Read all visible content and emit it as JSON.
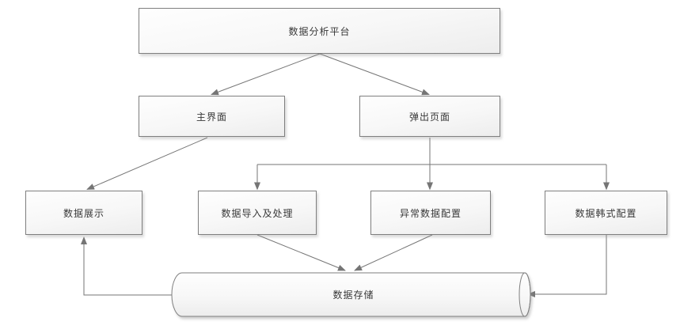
{
  "diagram_type": "flowchart",
  "background": "#ffffff",
  "colors": {
    "box_border": "#7f7f7f",
    "box_fill_top": "#fefefe",
    "box_fill_bottom": "#ededed",
    "connector": "#757575",
    "text": "#383838"
  },
  "nodes": {
    "platform": {
      "label": "数据分析平台",
      "shape": "rectangle"
    },
    "main_ui": {
      "label": "主界面",
      "shape": "rectangle"
    },
    "popup_page": {
      "label": "弹出页面",
      "shape": "rectangle"
    },
    "data_display": {
      "label": "数据展示",
      "shape": "rectangle"
    },
    "data_import": {
      "label": "数据导入及处理",
      "shape": "rectangle"
    },
    "abnormal_data_config": {
      "label": "异常数据配置",
      "shape": "rectangle"
    },
    "data_format_config": {
      "label": "数据韩式配置",
      "shape": "rectangle"
    },
    "data_storage": {
      "label": "数据存储",
      "shape": "horizontal-cylinder"
    }
  },
  "edges": [
    {
      "from": "platform",
      "to": "main_ui"
    },
    {
      "from": "platform",
      "to": "popup_page"
    },
    {
      "from": "main_ui",
      "to": "data_display"
    },
    {
      "from": "popup_page",
      "to": "data_import"
    },
    {
      "from": "popup_page",
      "to": "abnormal_data_config"
    },
    {
      "from": "popup_page",
      "to": "data_format_config"
    },
    {
      "from": "data_import",
      "to": "data_storage"
    },
    {
      "from": "abnormal_data_config",
      "to": "data_storage"
    },
    {
      "from": "data_format_config",
      "to": "data_storage"
    },
    {
      "from": "data_storage",
      "to": "data_display"
    }
  ]
}
